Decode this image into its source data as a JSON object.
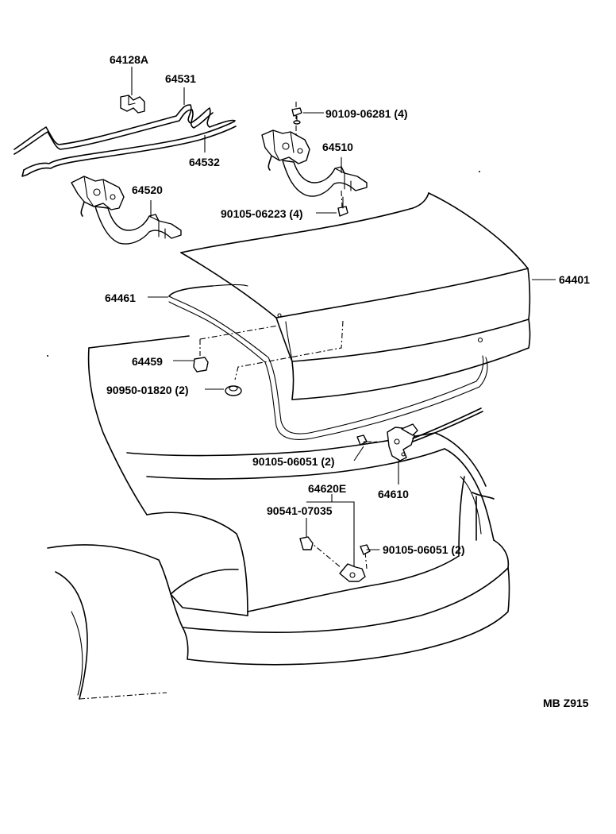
{
  "diagram": {
    "labels": {
      "p64128A": "64128A",
      "p64531": "64531",
      "p64532": "64532",
      "p90109_06281": "90109-06281 (4)",
      "p64510": "64510",
      "p64520": "64520",
      "p90105_06223": "90105-06223 (4)",
      "p64401": "64401",
      "p64461": "64461",
      "p64459": "64459",
      "p90950_01820": "90950-01820 (2)",
      "p90105_06051_a": "90105-06051 (2)",
      "p64610": "64610",
      "p64620E": "64620E",
      "p90541_07035": "90541-07035",
      "p90105_06051_b": "90105-06051 (2)",
      "code": "MB  Z915"
    }
  }
}
